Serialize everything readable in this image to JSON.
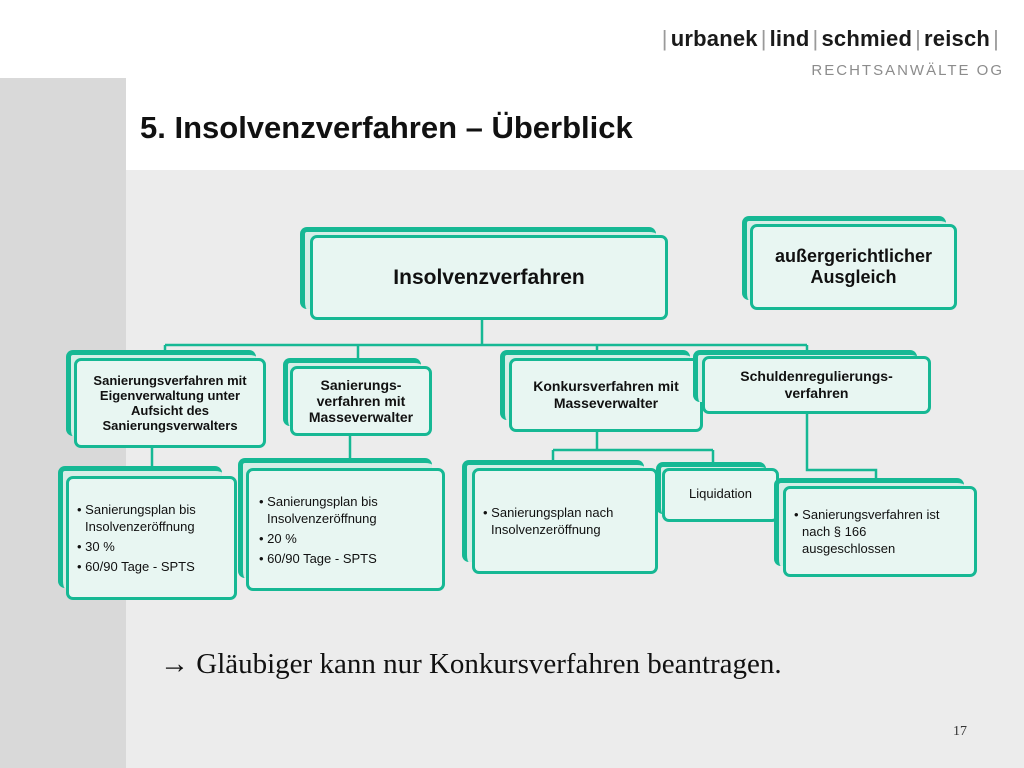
{
  "header": {
    "logo_names": [
      "urbanek",
      "lind",
      "schmied",
      "reisch"
    ],
    "logo_subtitle": "RECHTSANWÄLTE OG",
    "title": "5. Insolvenzverfahren – Überblick"
  },
  "diagram": {
    "root": "Insolvenzverfahren",
    "side_box": "außergerichtlicher Ausgleich",
    "branches": [
      {
        "label": "Sanierungsverfahren mit Eigenverwaltung unter Aufsicht des Sanierungsverwalters",
        "details": [
          "Sanierungsplan bis Insolvenzeröffnung",
          "30 %",
          "60/90 Tage - SPTS"
        ]
      },
      {
        "label": "Sanierungs-verfahren mit Masseverwalter",
        "details": [
          "Sanierungsplan bis Insolvenzeröffnung",
          "20 %",
          "60/90 Tage - SPTS"
        ]
      },
      {
        "label": "Konkursverfahren mit Masseverwalter",
        "details": [
          "Sanierungsplan nach Insolvenzeröffnung"
        ],
        "extra": "Liquidation"
      },
      {
        "label": "Schuldenregulierungs-verfahren",
        "details": [
          "Sanierungsverfahren ist nach § 166 ausgeschlossen"
        ]
      }
    ]
  },
  "footer": {
    "note": "→ Gläubiger kann nur Konkursverfahren beantragen.",
    "page_number": "17"
  },
  "colors": {
    "accent": "#16b894",
    "box_fill": "#e8f6f2"
  }
}
